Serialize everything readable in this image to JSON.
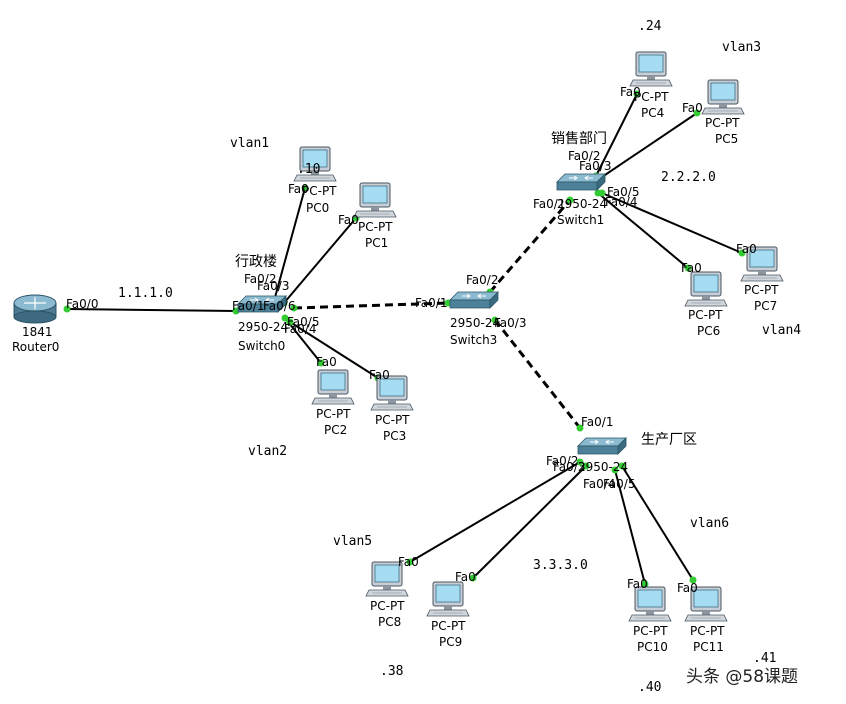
{
  "devices": {
    "router0": {
      "model": "1841",
      "name": "Router0"
    },
    "switch0": {
      "model": "2950-24",
      "name": "Switch0"
    },
    "switch1": {
      "model": "2950-24",
      "name": "Switch1"
    },
    "switch3": {
      "model": "2950-24",
      "name": "Switch3"
    },
    "switch_factory": {
      "model": "2950-24",
      "name": ""
    },
    "pcs": [
      {
        "type": "PC-PT",
        "name": "PC0"
      },
      {
        "type": "PC-PT",
        "name": "PC1"
      },
      {
        "type": "PC-PT",
        "name": "PC2"
      },
      {
        "type": "PC-PT",
        "name": "PC3"
      },
      {
        "type": "PC-PT",
        "name": "PC4"
      },
      {
        "type": "PC-PT",
        "name": "PC5"
      },
      {
        "type": "PC-PT",
        "name": "PC6"
      },
      {
        "type": "PC-PT",
        "name": "PC7"
      },
      {
        "type": "PC-PT",
        "name": "PC8"
      },
      {
        "type": "PC-PT",
        "name": "PC9"
      },
      {
        "type": "PC-PT",
        "name": "PC10"
      },
      {
        "type": "PC-PT",
        "name": "PC11"
      }
    ]
  },
  "ports": {
    "r0": "Fa0/0",
    "s0_r": "Fa0/1",
    "s0_pc0": "Fa0/2",
    "s0_pc1": "Fa0/3",
    "s0_pc2": "Fa0/4",
    "s0_pc3": "Fa0/5",
    "s0_s3": "Fa0/6",
    "s3_s0": "Fa0/1",
    "s3_s1": "Fa0/2",
    "s3_s2": "Fa0/3",
    "s1_s3": "Fa0/1",
    "s1_pc4": "Fa0/2",
    "s1_pc5": "Fa0/3",
    "s1_pc6": "Fa0/4",
    "s1_pc7": "Fa0/5",
    "s2_s3": "Fa0/1",
    "s2_pc8": "Fa0/2",
    "s2_pc9": "Fa0/3",
    "s2_pc10": "Fa0/4",
    "s2_pc11": "Fa0/5",
    "pc": "Fa0"
  },
  "areas": {
    "admin": "行政楼",
    "sales": "销售部门",
    "factory": "生产厂区"
  },
  "vlans": [
    "vlan1",
    "vlan2",
    "vlan3",
    "vlan4",
    "vlan5",
    "vlan6"
  ],
  "networks": [
    "1.1.1.0",
    "2.2.2.0",
    "3.3.3.0"
  ],
  "host_addrs": [
    ".10",
    ".24",
    ".38",
    ".40",
    ".41"
  ],
  "watermark": "头条 @58课题",
  "colors": {
    "link": "#000000",
    "port_dot": "#33cc33",
    "switch": "#5a8ea8",
    "screen": "#9fd8f0",
    "pc": "#bcc4cc"
  }
}
